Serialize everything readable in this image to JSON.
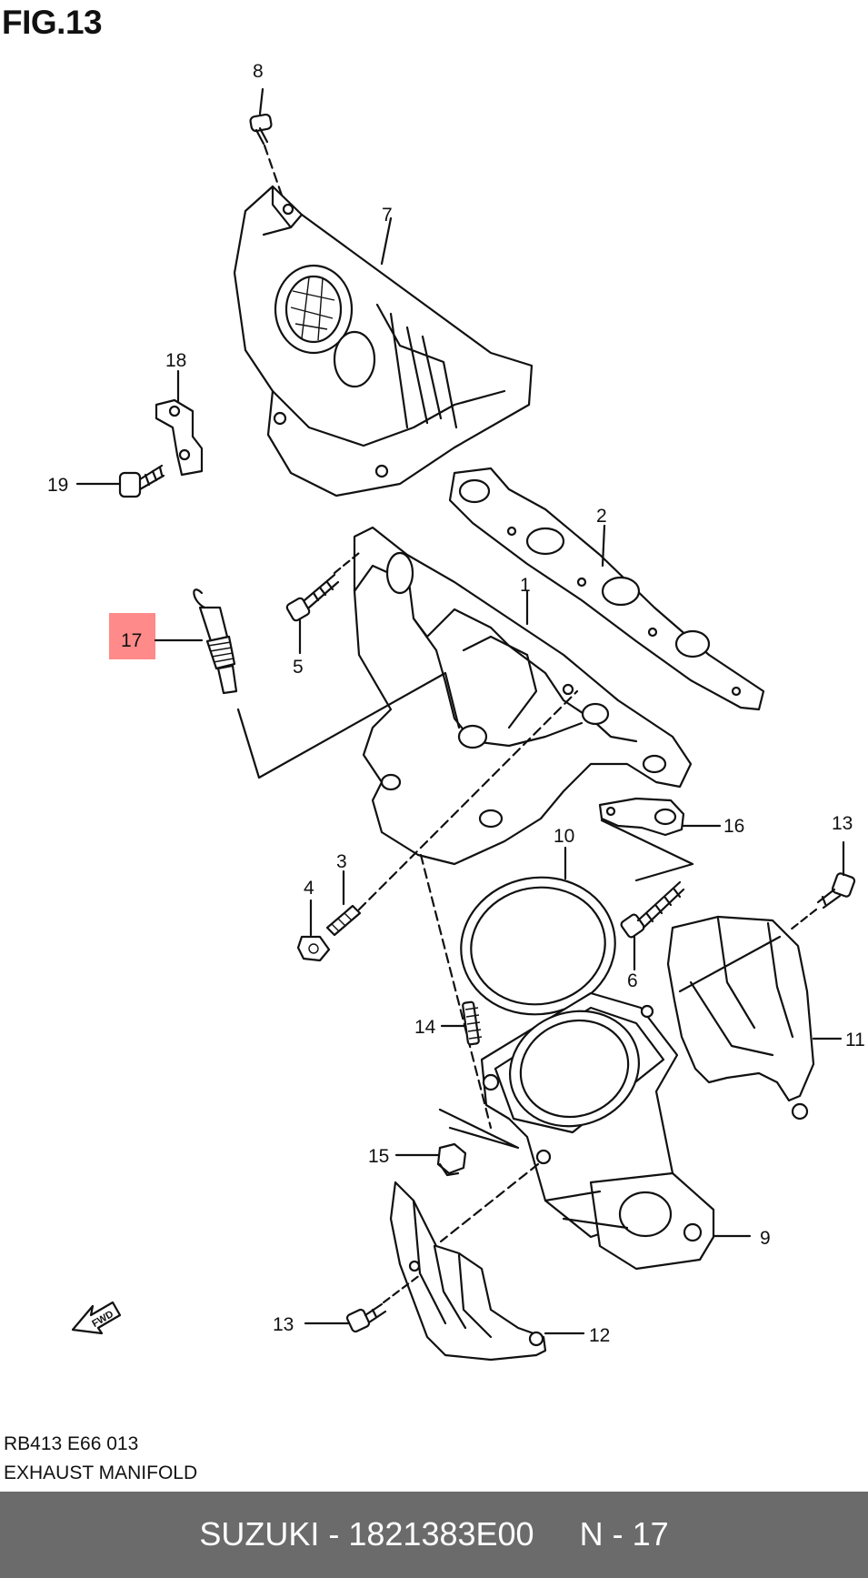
{
  "figure": {
    "title": "FIG.13",
    "code": "RB413 E66 013",
    "name": "EXHAUST MANIFOLD"
  },
  "callouts": {
    "c1": "1",
    "c2": "2",
    "c3": "3",
    "c4": "4",
    "c5": "5",
    "c6": "6",
    "c7": "7",
    "c8": "8",
    "c9": "9",
    "c10": "10",
    "c11": "11",
    "c12": "12",
    "c13a": "13",
    "c13b": "13",
    "c14": "14",
    "c15": "15",
    "c16": "16",
    "c17": "17",
    "c18": "18",
    "c19": "19"
  },
  "highlight": {
    "part": "17",
    "color": "#ff8a8a"
  },
  "fwd_label": "FWD",
  "footer": {
    "text": "SUZUKI - 1821383E00     N - 17",
    "background": "#6b6b6b"
  }
}
